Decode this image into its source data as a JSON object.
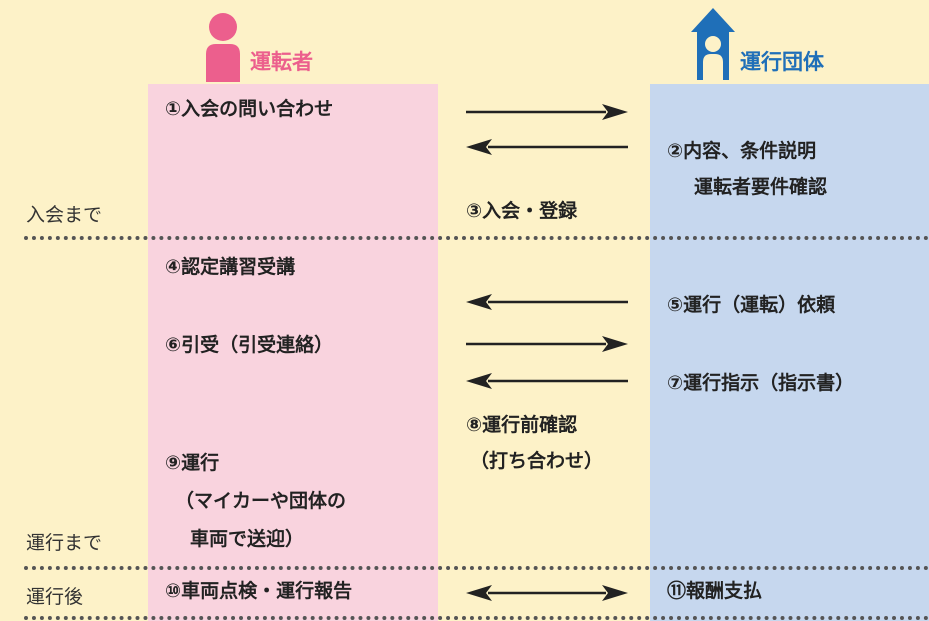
{
  "headers": {
    "driver": "運転者",
    "org": "運行団体"
  },
  "colors": {
    "background": "#fdf2c8",
    "driver_column": "#f9d3de",
    "org_column": "#c6d7ee",
    "driver_accent": "#ec5f8d",
    "org_accent": "#1f6fb8"
  },
  "phases": {
    "p1": "入会まで",
    "p2": "運行まで",
    "p3": "運行後"
  },
  "steps": {
    "s1": "①入会の問い合わせ",
    "s2_line1": "②内容、条件説明",
    "s2_line2": "運転者要件確認",
    "s3": "③入会・登録",
    "s4": "④認定講習受講",
    "s5": "⑤運行（運転）依頼",
    "s6": "⑥引受（引受連絡）",
    "s7": "⑦運行指示（指示書）",
    "s8_line1": "⑧運行前確認",
    "s8_line2": "（打ち合わせ）",
    "s9_line1": "⑨運行",
    "s9_line2": "（マイカーや団体の",
    "s9_line3": "車両で送迎）",
    "s10": "⑩車両点検・運行報告",
    "s11": "⑪報酬支払"
  },
  "icons": {
    "driver": "person-icon",
    "org": "house-icon"
  }
}
